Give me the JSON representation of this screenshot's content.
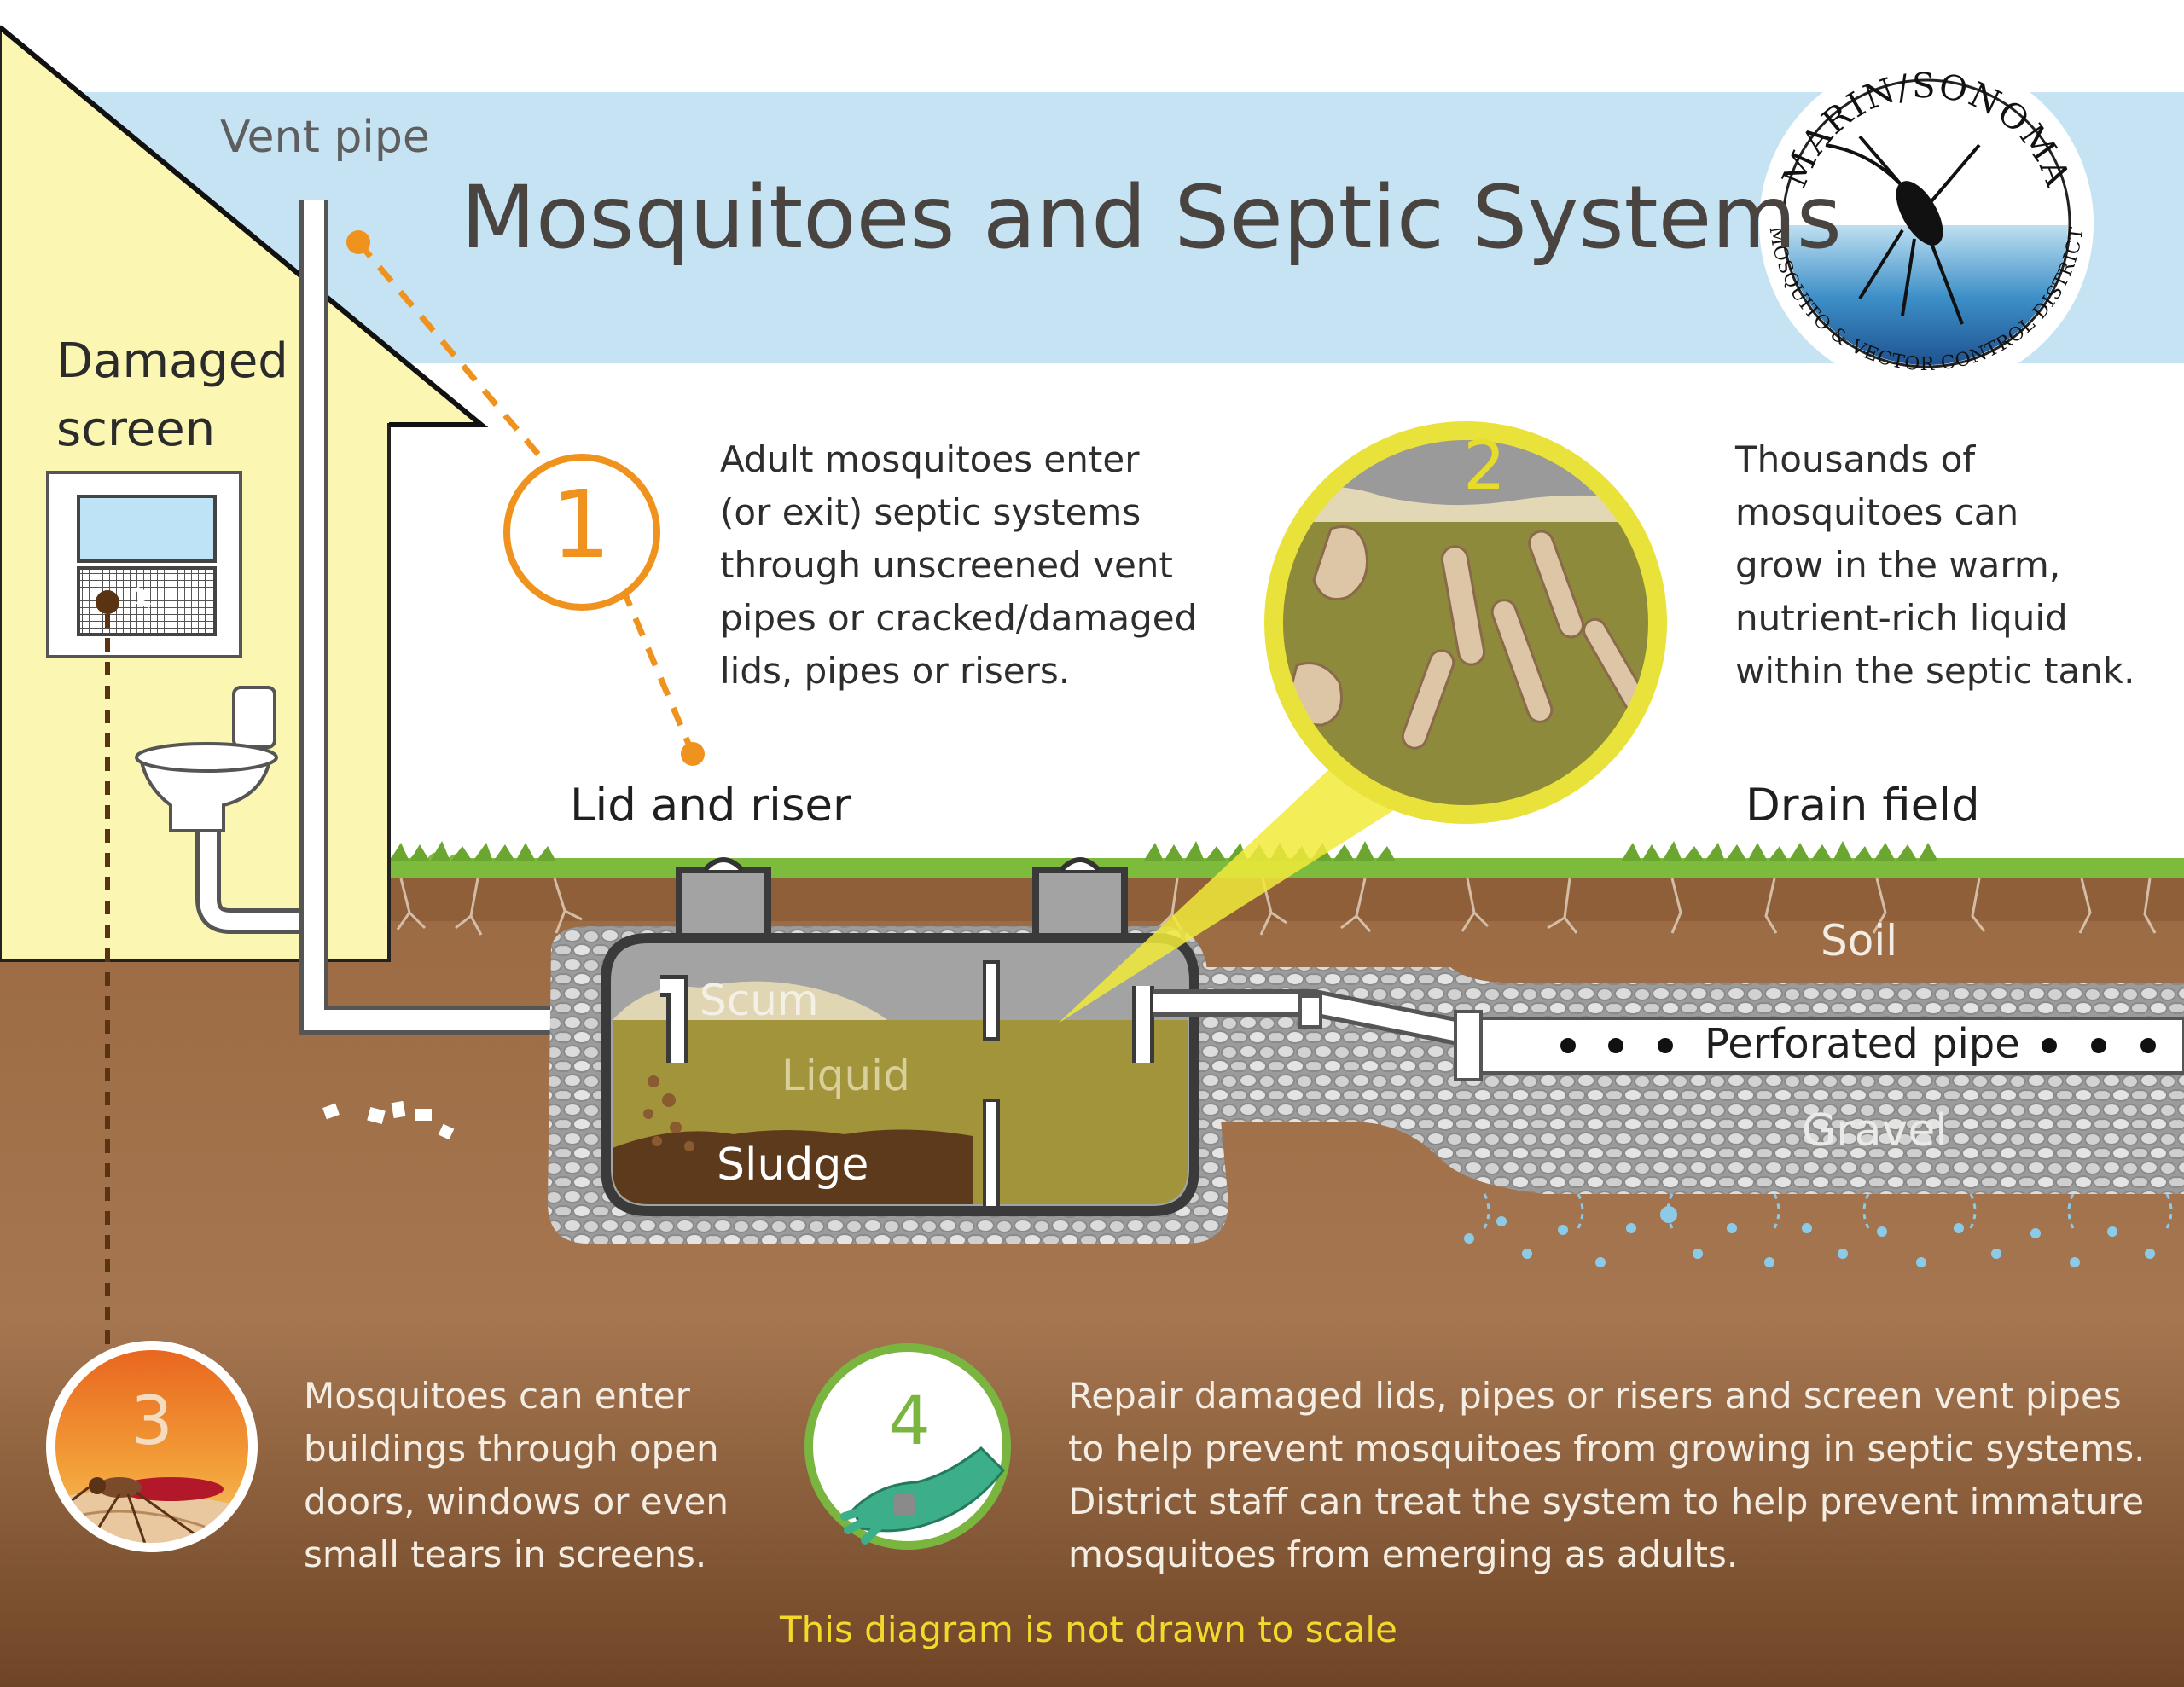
{
  "title": "Mosquitoes and Septic Systems",
  "labels": {
    "vent_pipe": "Vent pipe",
    "damaged_screen": "Damaged\nscreen",
    "lid_and_riser": "Lid and riser",
    "drain_field": "Drain field",
    "soil": "Soil",
    "perforated_pipe": "Perforated pipe",
    "gravel": "Gravel",
    "scum": "Scum",
    "liquid": "Liquid",
    "sludge": "Sludge"
  },
  "steps": [
    {
      "number": "1",
      "text": "Adult mosquitoes enter\n(or exit) septic systems\nthrough unscreened vent\npipes or cracked/damaged\nlids, pipes or risers."
    },
    {
      "number": "2",
      "text": "Thousands of\nmosquitoes can\ngrow in the warm,\nnutrient-rich liquid\nwithin the septic tank."
    },
    {
      "number": "3",
      "text": "Mosquitoes can enter\nbuildings through open\ndoors, windows or even\nsmall tears in screens."
    },
    {
      "number": "4",
      "text": "Repair damaged lids, pipes or risers and screen vent pipes\nto help prevent mosquitoes from growing in septic systems.\nDistrict staff can treat the system to help prevent immature\nmosquitoes from emerging as adults."
    }
  ],
  "note": "This diagram is not drawn to scale",
  "logo": {
    "top_text": "MARIN/SONOMA",
    "bottom_text": "MOSQUITO & VECTOR CONTROL DISTRICT"
  },
  "colors": {
    "sky_band": "#c6e3f3",
    "house": "#fbf6b2",
    "soil": "#a0714a",
    "grass": "#7dbb3c",
    "step1": "#f0921e",
    "step2": "#e9e23a",
    "step4": "#7ab540",
    "note": "#f2d92a"
  },
  "icons": [
    "mosquito-logo-icon",
    "larvae-magnifier-icon",
    "mosquito-bite-icon",
    "gloved-hand-icon",
    "toilet-icon",
    "window-icon"
  ]
}
